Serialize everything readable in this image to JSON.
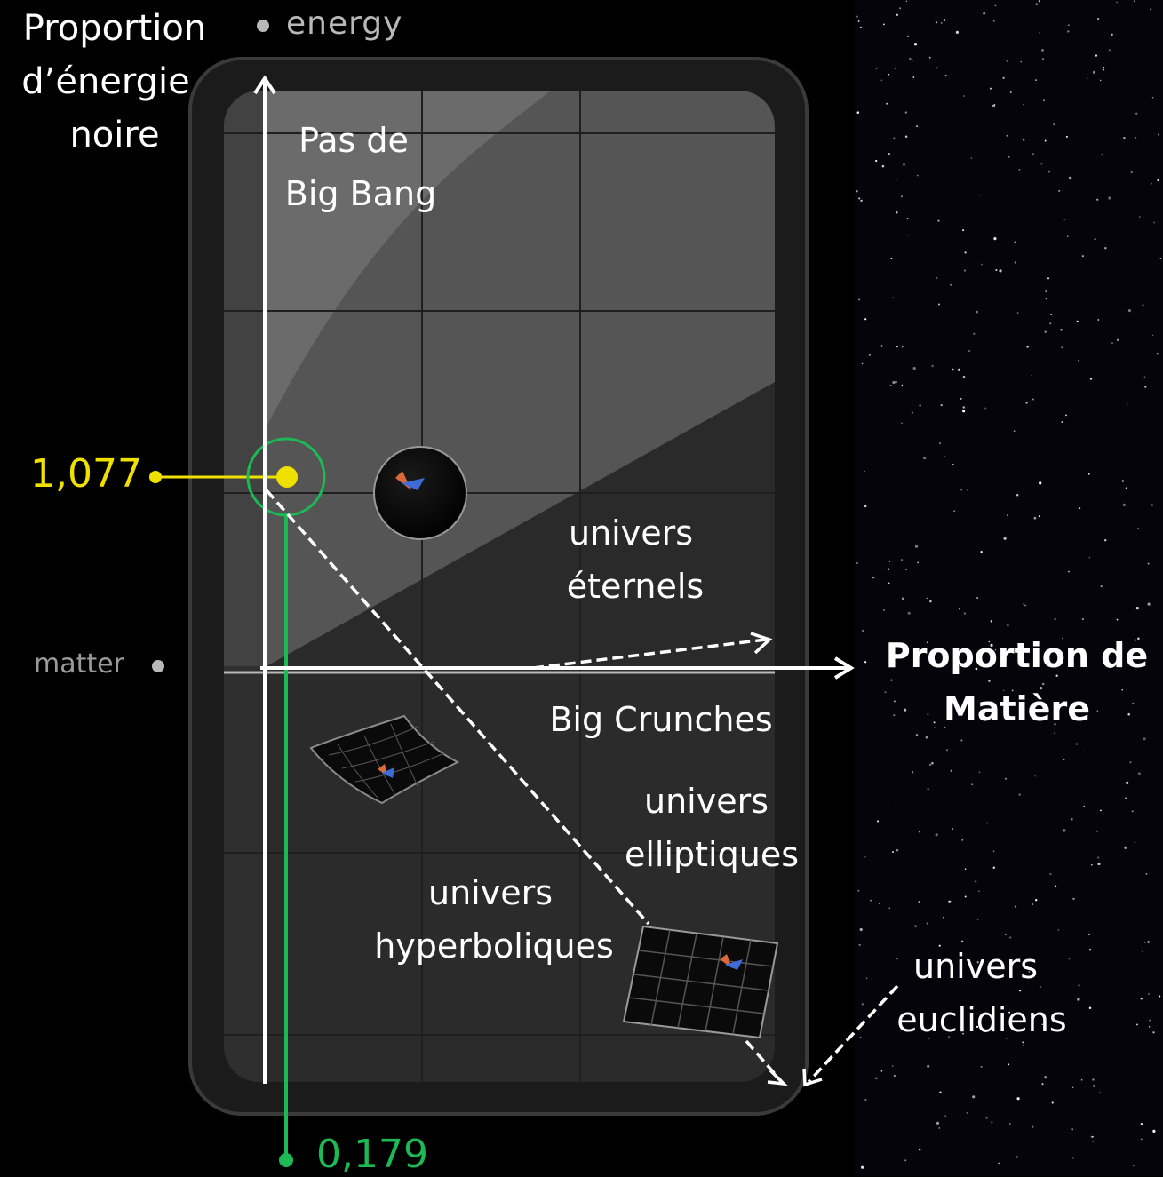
{
  "labels": {
    "y_axis_line1": "Proportion",
    "y_axis_line2": "d’énergie",
    "y_axis_line3": "noire",
    "x_axis_line1": "Proportion de",
    "x_axis_line2": "Matière",
    "no_big_bang_line1": "Pas de",
    "no_big_bang_line2": "Big Bang",
    "eternal_line1": "univers",
    "eternal_line2": "éternels",
    "big_crunches": "Big Crunches",
    "elliptic_line1": "univers",
    "elliptic_line2": "elliptiques",
    "hyperbolic_line1": "univers",
    "hyperbolic_line2": "hyperboliques",
    "euclidean_line1": "univers",
    "euclidean_line2": "euclidiens"
  },
  "ui": {
    "energy_label": "energy",
    "matter_label": "matter"
  },
  "values": {
    "energy_value": "1,077",
    "matter_value": "0,179"
  },
  "colors": {
    "energy_marker": "#f0e000",
    "matter_marker": "#1db954",
    "background_left": "#000000",
    "starfield": "#05040a"
  }
}
